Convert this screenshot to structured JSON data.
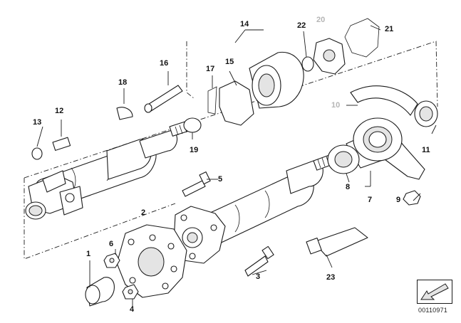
{
  "diagram": {
    "callouts": [
      {
        "id": "c1",
        "text": "1"
      },
      {
        "id": "c2",
        "text": "2"
      },
      {
        "id": "c3",
        "text": "3"
      },
      {
        "id": "c4",
        "text": "4"
      },
      {
        "id": "c5",
        "text": "5"
      },
      {
        "id": "c6",
        "text": "6"
      },
      {
        "id": "c7",
        "text": "7"
      },
      {
        "id": "c8",
        "text": "8"
      },
      {
        "id": "c9",
        "text": "9"
      },
      {
        "id": "c10",
        "text": "10",
        "muted": true
      },
      {
        "id": "c11",
        "text": "11"
      },
      {
        "id": "c12",
        "text": "12"
      },
      {
        "id": "c13",
        "text": "13"
      },
      {
        "id": "c14",
        "text": "14"
      },
      {
        "id": "c15",
        "text": "15"
      },
      {
        "id": "c16",
        "text": "16"
      },
      {
        "id": "c17",
        "text": "17"
      },
      {
        "id": "c18",
        "text": "18"
      },
      {
        "id": "c19",
        "text": "19"
      },
      {
        "id": "c20",
        "text": "20",
        "muted": true
      },
      {
        "id": "c21",
        "text": "21"
      },
      {
        "id": "c22",
        "text": "22"
      },
      {
        "id": "c23",
        "text": "23"
      }
    ],
    "catalog_number": "00110971",
    "colors": {
      "line": "#1a1a1a",
      "muted_label": "#b5b5b5",
      "shade": "#e4e4e4",
      "background": "#ffffff"
    },
    "icons": [
      "view-direction-arrow-icon"
    ]
  }
}
